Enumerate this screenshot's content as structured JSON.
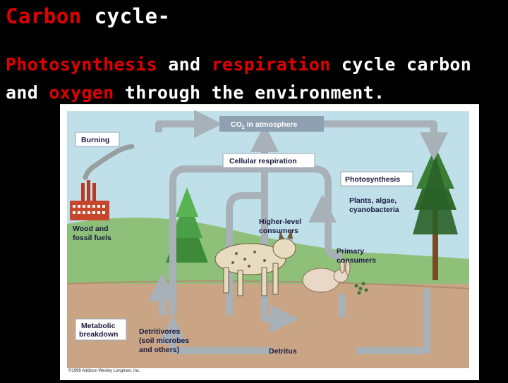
{
  "slide": {
    "title_part1": "Carbon",
    "title_part2": " cycle-",
    "line1_part1": "Photosynthesis",
    "line1_part2": " and ",
    "line1_part3": "respiration",
    "line1_part4": " cycle carbon",
    "line2_part1": "and ",
    "line2_part2": "oxygen",
    "line2_part3": " through the environment."
  },
  "diagram": {
    "co2": "CO",
    "co2_sub": "2",
    "co2_rest": " in atmosphere",
    "burning": "Burning",
    "cellular_respiration": "Cellular respiration",
    "photosynthesis": "Photosynthesis",
    "plants_line1": "Plants, algae,",
    "plants_line2": "cyanobacteria",
    "wood_line1": "Wood and",
    "wood_line2": "fossil fuels",
    "higher_line1": "Higher-level",
    "higher_line2": "consumers",
    "primary_line1": "Primary",
    "primary_line2": "consumers",
    "metabolic_line1": "Metabolic",
    "metabolic_line2": "breakdown",
    "detritivores_line1": "Detritivores",
    "detritivores_line2": "(soil microbes",
    "detritivores_line3": "and others)",
    "detritus": "Detritus",
    "copyright": "©1999 Addison Wesley Longman, Inc."
  },
  "colors": {
    "title_highlight": "#e00000",
    "sky": "#bfe0e8",
    "hill": "#8ec07a",
    "soil": "#c9a585",
    "arrow": "#a8b0b8"
  }
}
